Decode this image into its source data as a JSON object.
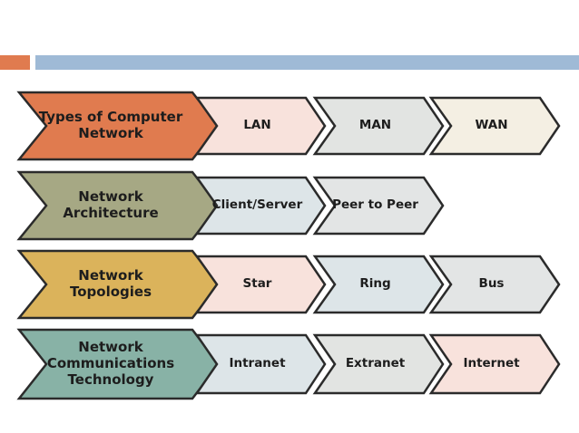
{
  "colors": {
    "accent_orange": "#e07b4f",
    "accent_blue": "#9fbad6",
    "outline": "#2b2b2b"
  },
  "rows": [
    {
      "category": "Types of Computer\nNetwork",
      "category_color": "#e07b4f",
      "items": [
        {
          "label": "LAN",
          "color": "#f8e2dc"
        },
        {
          "label": "MAN",
          "color": "#e2e4e2"
        },
        {
          "label": "WAN",
          "color": "#f4efe3"
        }
      ]
    },
    {
      "category": "Network\nArchitecture",
      "category_color": "#a6a884",
      "items": [
        {
          "label": "Client/Server",
          "color": "#dde5e8"
        },
        {
          "label": "Peer to Peer",
          "color": "#e3e5e5"
        }
      ]
    },
    {
      "category": "Network\nTopologies",
      "category_color": "#dbb35b",
      "items": [
        {
          "label": "Star",
          "color": "#f8e2dc"
        },
        {
          "label": "Ring",
          "color": "#dde5e8"
        },
        {
          "label": "Bus",
          "color": "#e3e5e5"
        }
      ]
    },
    {
      "category": "Network\nCommunications\nTechnology",
      "category_color": "#88b2a6",
      "items": [
        {
          "label": "Intranet",
          "color": "#dde5e8"
        },
        {
          "label": "Extranet",
          "color": "#e2e4e2"
        },
        {
          "label": "Internet",
          "color": "#f8e2dc"
        }
      ]
    }
  ]
}
